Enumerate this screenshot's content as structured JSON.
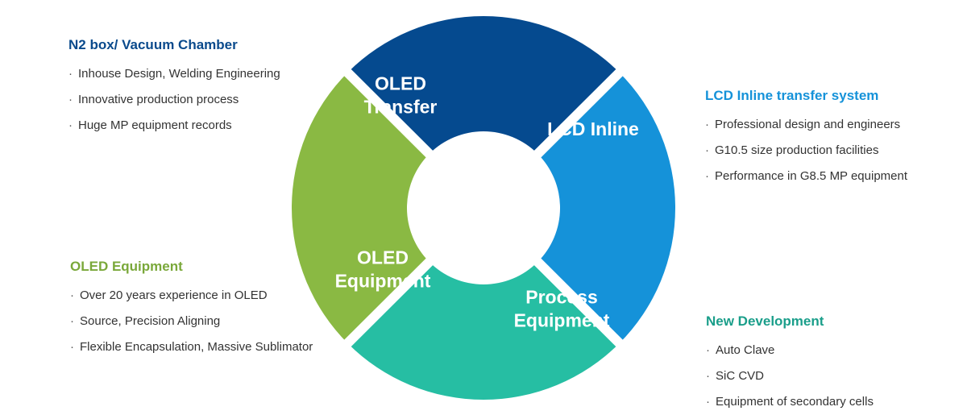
{
  "segments": [
    {
      "id": "oled-transfer",
      "lines": [
        "OLED",
        "Transfer"
      ],
      "color": "#054a8f"
    },
    {
      "id": "lcd-inline",
      "lines": [
        "LCD Inline"
      ],
      "color": "#1592d9"
    },
    {
      "id": "process-equipment",
      "lines": [
        "Process",
        "Equipment"
      ],
      "color": "#26bea3"
    },
    {
      "id": "oled-equipment",
      "lines": [
        "OLED",
        "Equipment"
      ],
      "color": "#8ab943"
    }
  ],
  "blocks": {
    "n2": {
      "title": "N2 box/ Vacuum Chamber",
      "color": "#0a4a8c",
      "items": [
        "Inhouse Design, Welding Engineering",
        "Innovative production process",
        "Huge MP equipment records"
      ]
    },
    "lcd": {
      "title": "LCD Inline transfer system",
      "color": "#1592d9",
      "items": [
        "Professional design and engineers",
        "G10.5 size production facilities",
        "Performance in G8.5 MP equipment"
      ]
    },
    "oled": {
      "title": "OLED Equipment",
      "color": "#7aa83a",
      "items": [
        "Over 20 years experience in OLED",
        "Source, Precision Aligning",
        "Flexible Encapsulation, Massive Sublimator"
      ]
    },
    "new": {
      "title": "New Development",
      "color": "#1a9e8a",
      "items": [
        "Auto Clave",
        "SiC CVD",
        "Equipment of secondary cells"
      ]
    }
  },
  "bullet_char": "·"
}
